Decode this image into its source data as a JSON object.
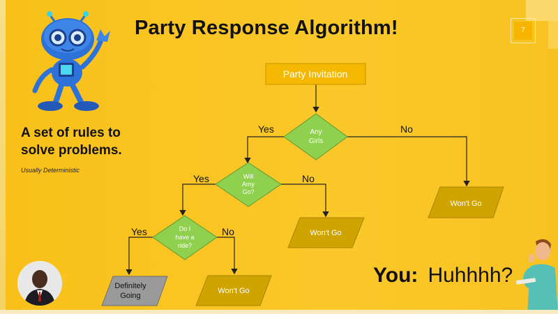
{
  "slide": {
    "title": "Party Response Algorithm!",
    "page_number": "7",
    "subtitle_line1": "A set of rules to",
    "subtitle_line2": "solve problems.",
    "note": "Usually Deterministic",
    "you_label": "You:",
    "you_text": "Huhhhh?"
  },
  "flowchart": {
    "start": "Party Invitation",
    "decision1": [
      "Any",
      "Girls"
    ],
    "decision2": [
      "Will",
      "Amy",
      "Go?"
    ],
    "decision3": [
      "Do I",
      "have a",
      "ride?"
    ],
    "yes": "Yes",
    "no": "No",
    "outcome_wont": "Won't Go",
    "outcome_going": [
      "Definitely",
      "Going"
    ]
  },
  "colors": {
    "background": "#f9c21c",
    "start_box": "#f5b800",
    "decision": "#8fd14f",
    "outcome": "#cfa300",
    "outcome_going": "#999999"
  }
}
